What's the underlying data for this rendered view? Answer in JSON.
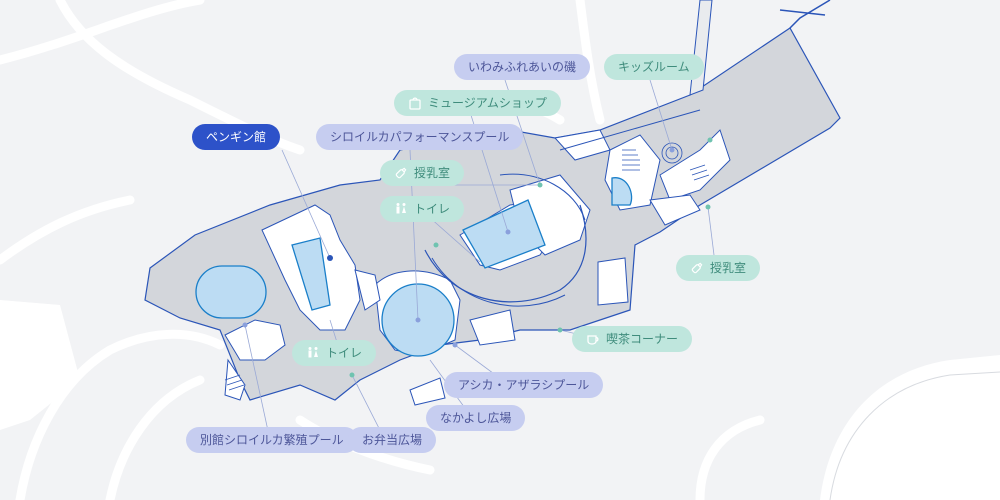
{
  "map": {
    "colors": {
      "background": "#f2f3f5",
      "building_fill": "#d3d6db",
      "outline": "#2b55b8",
      "pool_fill": "#bcdcf3",
      "pool_stroke": "#1a7fc9",
      "label_blue_bg": "#c6cdf0",
      "label_blue_text": "#4d5699",
      "label_green_bg": "#bfe6dd",
      "label_green_text": "#3f8c7c",
      "label_active_bg": "#2d52c9"
    },
    "labels": {
      "iso": "いわみふれあいの磯",
      "kids": "キッズルーム",
      "museum_shop": "ミュージアムショップ",
      "penguin": "ペンギン館",
      "dolphin_perf": "シロイルカパフォーマンスプール",
      "nursing_1": "授乳室",
      "toilet_1": "トイレ",
      "nursing_2": "授乳室",
      "toilet_2": "トイレ",
      "cafe": "喫茶コーナー",
      "sealion": "アシカ・アザラシプール",
      "nakayoshi": "なかよし広場",
      "bekkan": "別館シロイルカ繁殖プール",
      "obento": "お弁当広場"
    },
    "icons": {
      "museum_shop": "shopping-bag-icon",
      "nursing": "baby-bottle-icon",
      "toilet": "restroom-icon",
      "cafe": "coffee-cup-icon"
    },
    "selected": "penguin"
  }
}
